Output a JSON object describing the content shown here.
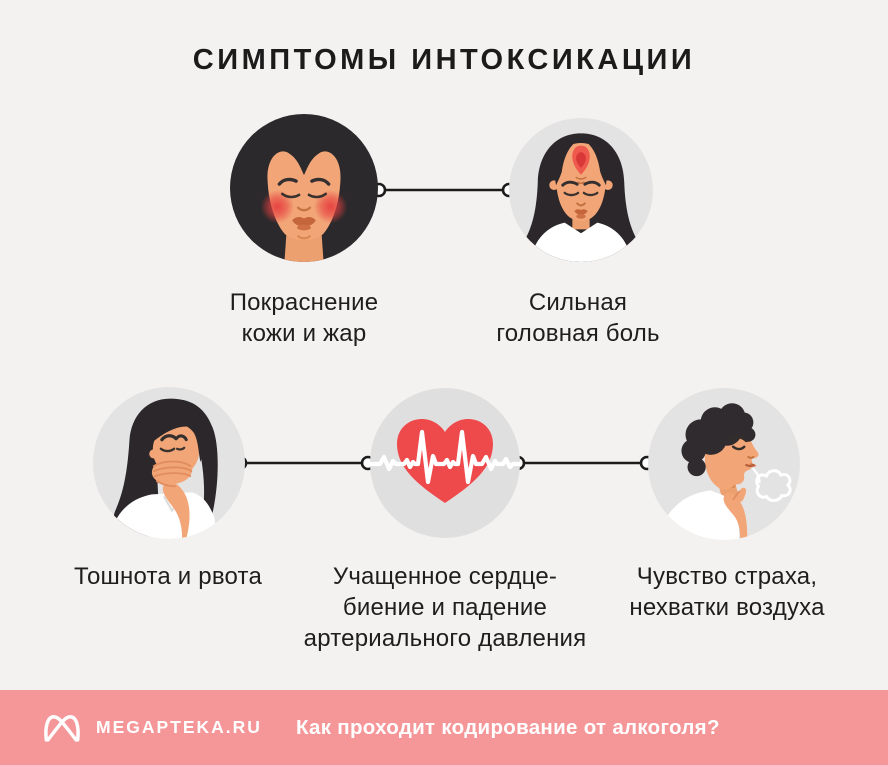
{
  "title": "СИМПТОМЫ ИНТОКСИКАЦИИ",
  "symptoms": [
    {
      "name": "skin-redness-and-fever",
      "lines": [
        "Покраснение",
        "кожи и жар"
      ],
      "illustration": "flushed-face-illustration"
    },
    {
      "name": "severe-headache",
      "lines": [
        "Сильная",
        "головная боль"
      ],
      "illustration": "headache-woman-illustration"
    },
    {
      "name": "nausea-and-vomiting",
      "lines": [
        "Тошнота и рвота"
      ],
      "illustration": "nausea-woman-illustration"
    },
    {
      "name": "rapid-heartbeat-and-pressure-drop",
      "lines": [
        "Учащенное сердце-",
        "биение и падение",
        "артериального давления"
      ],
      "illustration": "heart-ecg-illustration"
    },
    {
      "name": "fear-and-breathlessness",
      "lines": [
        "Чувство страха,",
        "нехватки воздуха"
      ],
      "illustration": "breathless-man-illustration"
    }
  ],
  "footer": {
    "brand": "MEGAPTEKA.RU",
    "question": "Как проходит кодирование от алкоголя?",
    "logo": "megapteka-logo-icon"
  },
  "colors": {
    "background": "#f4f2f0",
    "footer_pink": "#f59799",
    "accent_red": "#ee4a4c",
    "circle_gray": "#e4e3e3",
    "dark_circle": "#2b292c",
    "skin": "#f2a577",
    "hair": "#2b272a",
    "text": "#1e1e1e",
    "footer_text": "#ffffff"
  }
}
